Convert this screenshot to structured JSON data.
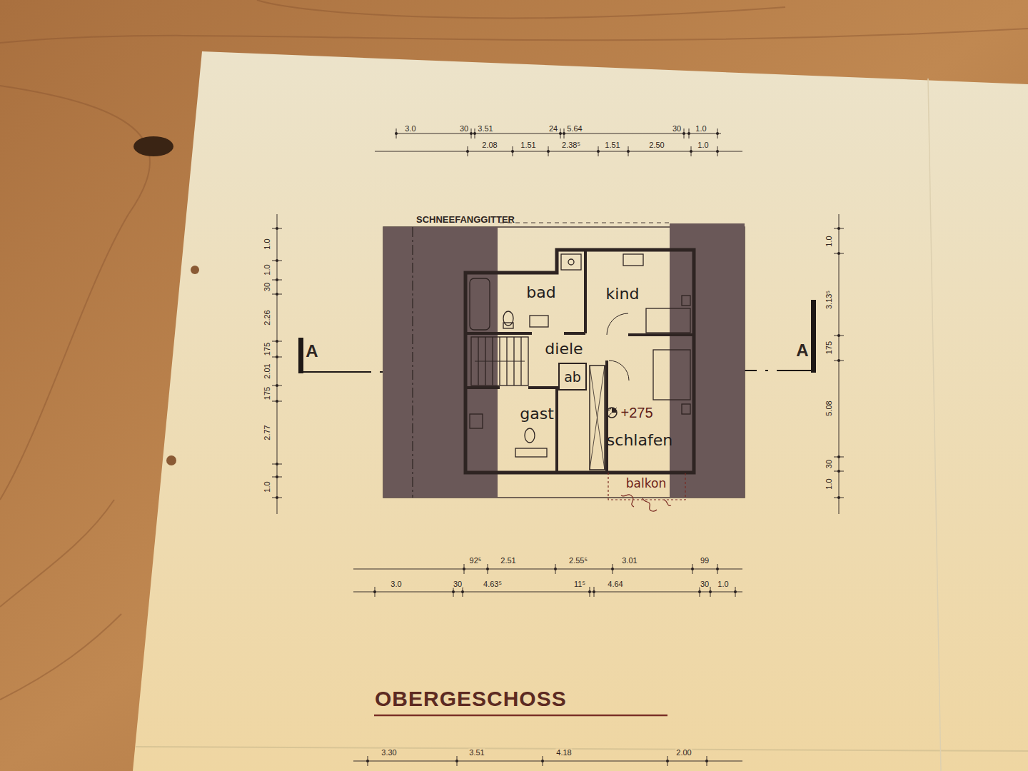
{
  "diagram": {
    "title": "OBERGESCHOSS",
    "nodes": [
      {
        "text": [
          "bad"
        ]
      },
      {
        "text": [
          "kind"
        ]
      },
      {
        "text": [
          "diele"
        ]
      },
      {
        "text": [
          "ab"
        ]
      },
      {
        "text": [
          "gast"
        ]
      },
      {
        "text": [
          "schlafen"
        ]
      },
      {
        "text": [
          "balkon"
        ]
      }
    ],
    "labels": [
      "SCHNEEFANGGITTER",
      "A",
      "A",
      "+275",
      "3.0",
      "30",
      "3.51",
      "24",
      "5.64",
      "30",
      "1.0",
      "2.08",
      "1.51",
      "2.38⁵",
      "1.51",
      "2.50",
      "1.0",
      "1.0",
      "1.0",
      "30",
      "2.26",
      "175",
      "2.01",
      "175",
      "2.77",
      "1.0",
      "1.0",
      "3.13⁵",
      "175",
      "5.08",
      "30",
      "1.0",
      "92⁵",
      "2.51",
      "2.55⁵",
      "3.01",
      "99",
      "3.0",
      "30",
      "4.63⁵",
      "11⁵",
      "4.64",
      "30",
      "1.0",
      "3.30",
      "3.51",
      "4.18",
      "2.00"
    ]
  }
}
